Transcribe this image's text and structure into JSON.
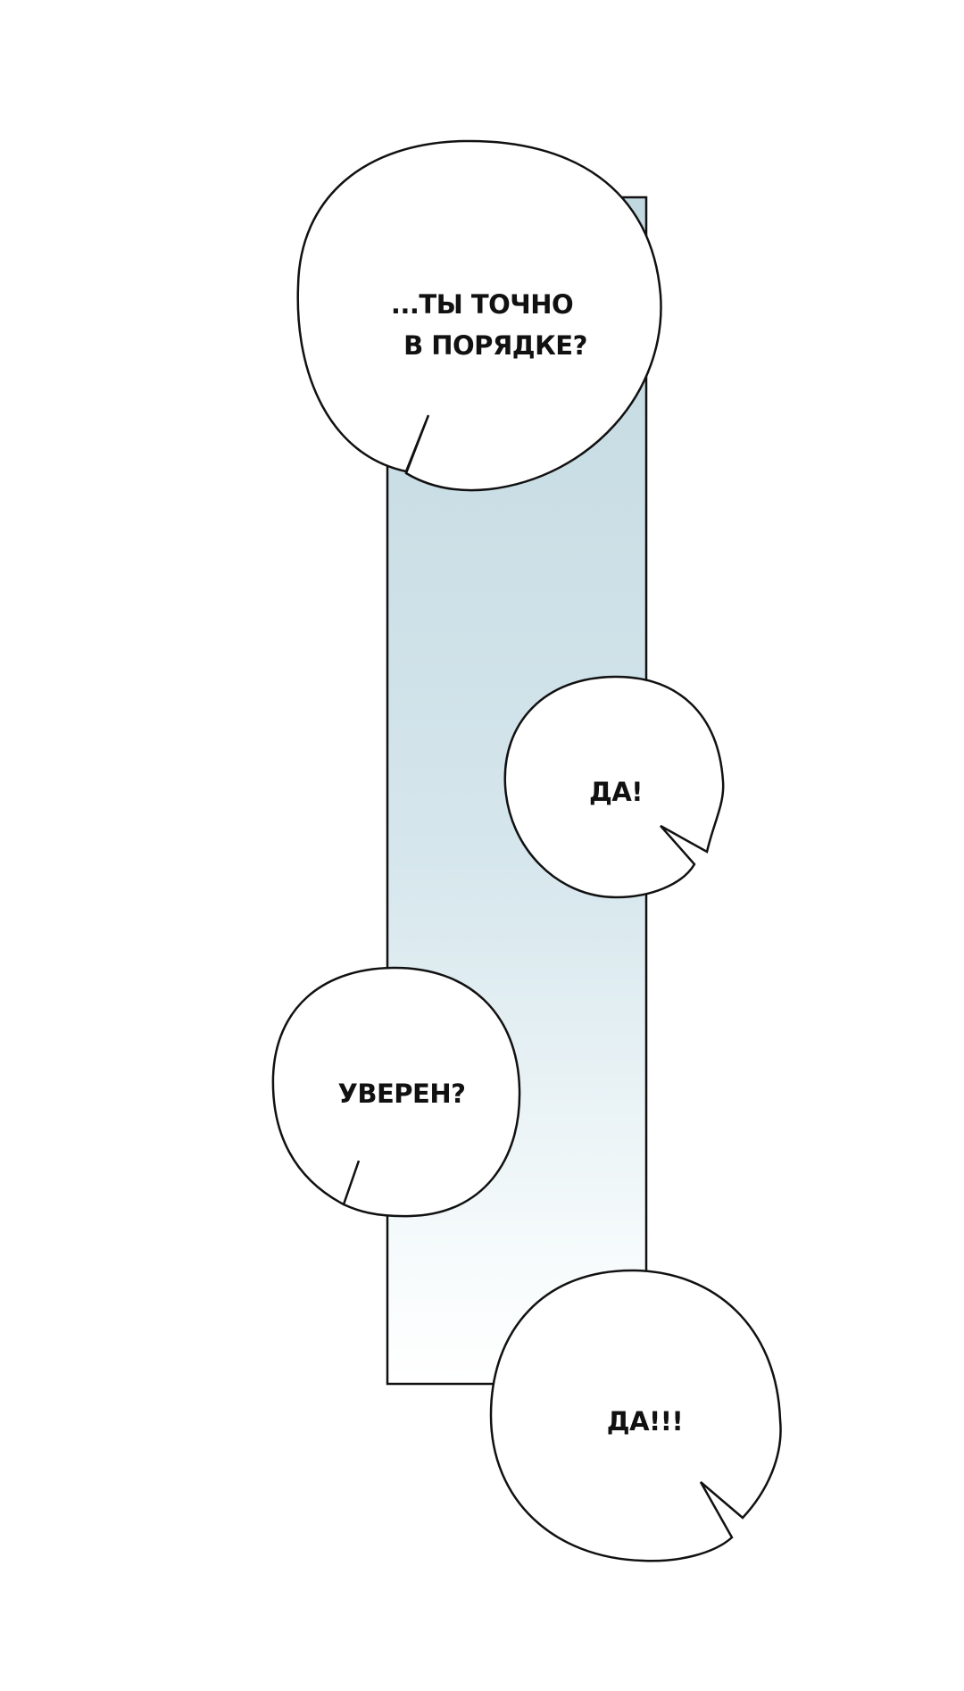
{
  "comic": {
    "panel_colors": {
      "top": "#c2d8e0",
      "mid": "#dbeaef",
      "bottom": "#ffffff",
      "border": "#111111"
    },
    "bubbles": [
      {
        "lines": [
          "...ТЫ ТОЧНО",
          "В ПОРЯДКЕ?"
        ]
      },
      {
        "lines": [
          "ДА!"
        ]
      },
      {
        "lines": [
          "УВЕРЕН?"
        ]
      },
      {
        "lines": [
          "ДА!!!"
        ]
      }
    ]
  }
}
